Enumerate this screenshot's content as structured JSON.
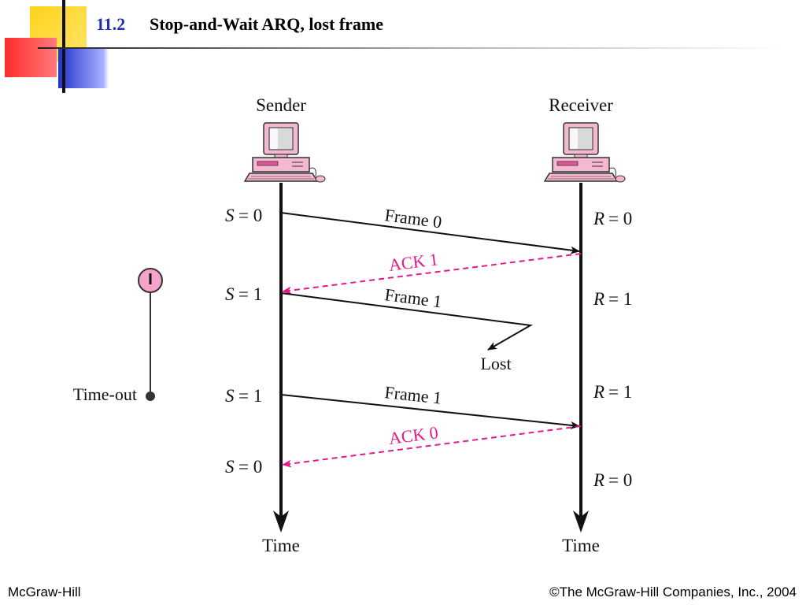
{
  "header": {
    "number": "11.2",
    "title": "Stop-and-Wait ARQ, lost frame"
  },
  "diagram": {
    "sender_label": "Sender",
    "receiver_label": "Receiver",
    "time_label": "Time",
    "timer_label": "Time-out",
    "lost_label": "Lost",
    "sender_states": [
      "0",
      "1",
      "1",
      "0"
    ],
    "receiver_states": [
      "0",
      "1",
      "1",
      "0"
    ],
    "frames": [
      "Frame 0",
      "Frame 1",
      "Frame 1"
    ],
    "acks": [
      "ACK 1",
      "ACK 0"
    ],
    "colors": {
      "ack": "#e6198a",
      "timer_fill": "#f6a3c9",
      "timer_stroke": "#333333",
      "line": "#111111"
    }
  },
  "footer": {
    "left": "McGraw-Hill",
    "right": "©The McGraw-Hill Companies, Inc., 2004"
  }
}
